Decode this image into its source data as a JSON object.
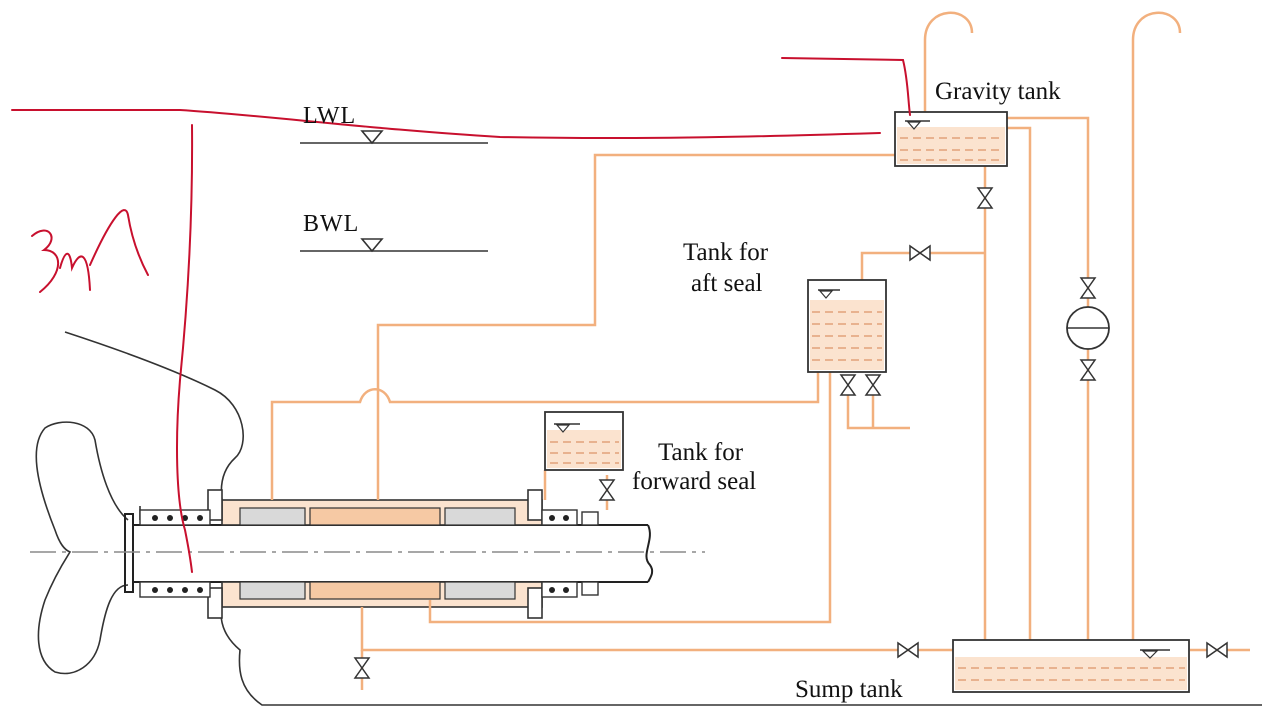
{
  "labels": {
    "lwl": "LWL",
    "bwl": "BWL",
    "gravity_tank": "Gravity tank",
    "aft_seal_tank_line1": "Tank for",
    "aft_seal_tank_line2": "aft seal",
    "forward_seal_tank_line1": "Tank for",
    "forward_seal_tank_line2": "forward seal",
    "sump_tank": "Sump tank"
  },
  "annotation": {
    "handwritten_note": "3m"
  },
  "colors": {
    "pipe": "#f2b07e",
    "liquid": "#fbe3cf",
    "structure": "#222222",
    "ink": "#c8102e"
  }
}
